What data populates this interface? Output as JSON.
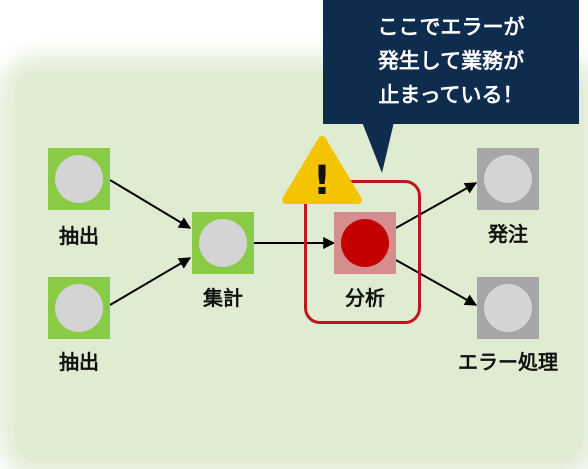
{
  "nodes": {
    "extract_top": {
      "label": "抽出",
      "status": "ok"
    },
    "extract_bottom": {
      "label": "抽出",
      "status": "ok"
    },
    "aggregate": {
      "label": "集計",
      "status": "ok"
    },
    "analyze": {
      "label": "分析",
      "status": "error"
    },
    "order": {
      "label": "発注",
      "status": "stopped"
    },
    "error_handling": {
      "label": "エラー処理",
      "status": "stopped"
    }
  },
  "callout": {
    "line1": "ここでエラーが",
    "line2": "発生して業務が",
    "line3": "止まっている！"
  },
  "warning": {
    "symbol": "!"
  },
  "colors": {
    "ok": "#8acb45",
    "stopped": "#a6a6a6",
    "error": "#c50000",
    "highlight": "#c0141f",
    "callout_bg": "#0e2c4e",
    "warning": "#f5c400"
  }
}
